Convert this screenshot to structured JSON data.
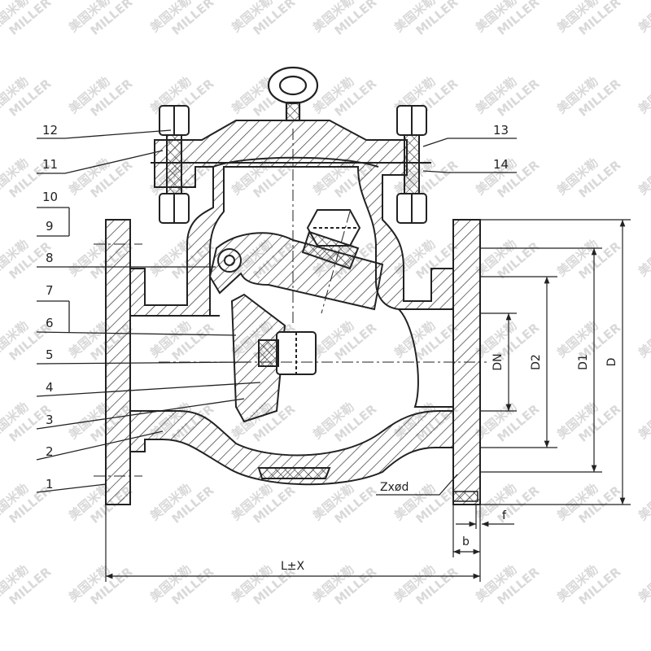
{
  "watermark": {
    "cn": "美国米勒",
    "en": "MILLER"
  },
  "part_labels": [
    "12",
    "11",
    "10",
    "9",
    "8",
    "7",
    "6",
    "5",
    "4",
    "3",
    "2",
    "1",
    "13",
    "14"
  ],
  "dimension_labels": {
    "dn": "DN",
    "d2": "D2",
    "d1": "D1",
    "d": "D",
    "bolt_holes": "Zxød",
    "f": "f",
    "b": "b",
    "length": "L±X"
  },
  "colors": {
    "line": "#222222",
    "hatch": "#333333",
    "watermark": "#d9d9d9"
  }
}
